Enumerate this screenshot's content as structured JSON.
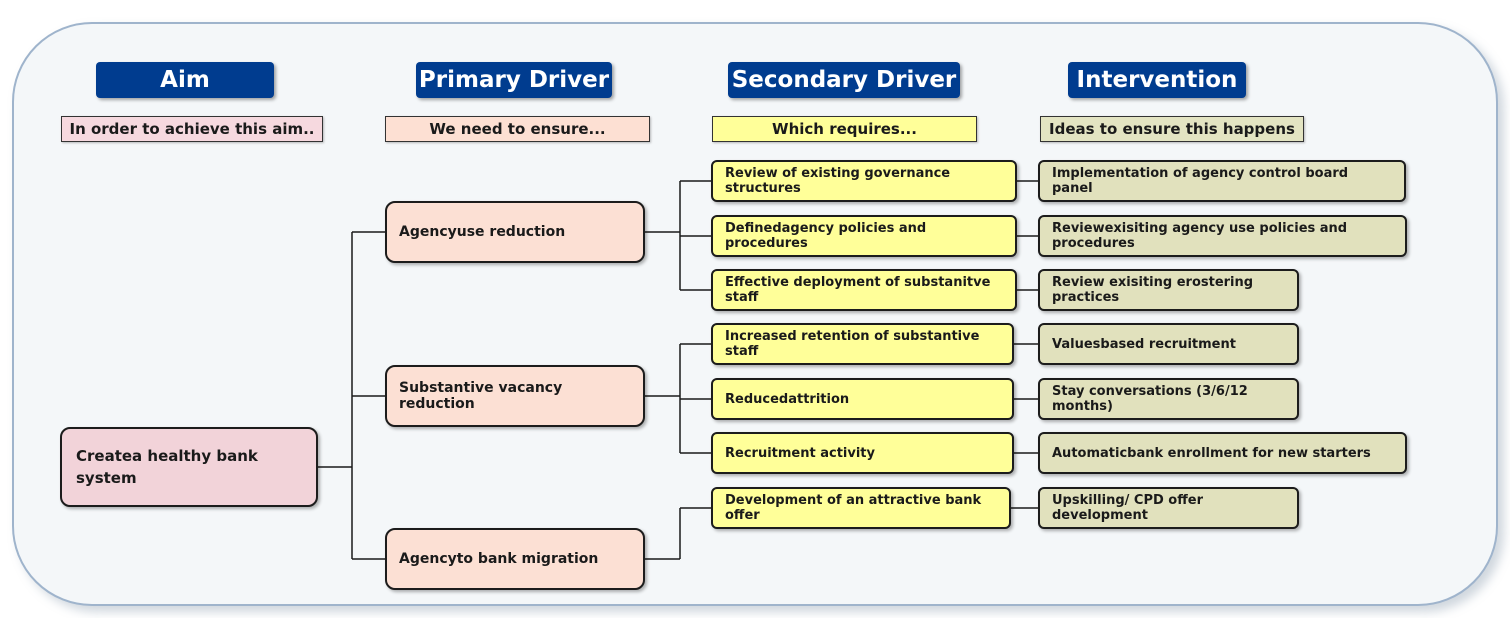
{
  "headers": {
    "aim": "Aim",
    "primary_driver": "Primary Driver",
    "secondary_driver": "Secondary Driver",
    "intervention": "Intervention"
  },
  "subheaders": {
    "aim": "In order to achieve this aim..",
    "primary_driver": "We need to ensure...",
    "secondary_driver": "Which requires...",
    "intervention": "Ideas to ensure this happens"
  },
  "aim": "Createa healthy bank system",
  "primary_drivers": [
    "Agencyuse reduction",
    "Substantive vacancy reduction",
    "Agencyto bank migration"
  ],
  "secondary_drivers": [
    "Review of existing governance structures",
    "Definedagency policies and procedures",
    "Effective deployment of substanitve staff",
    "Increased retention of substantive staff",
    "Reducedattrition",
    "Recruitment activity",
    "Development of an attractive bank offer"
  ],
  "interventions": [
    "Implementation of agency control board panel",
    "Reviewexisiting agency use policies and procedures",
    "Review exisiting erostering practices",
    "Valuesbased recruitment",
    "Stay conversations (3/6/12 months)",
    "Automaticbank enrollment for new starters",
    "Upskilling/ CPD offer development"
  ],
  "colors": {
    "header_bg": "#003c8f",
    "aim_fill": "#f2d3d9",
    "primary_fill": "#fce0d4",
    "secondary_fill": "#ffff99",
    "intervention_fill": "#e1e1bd",
    "frame_border": "#9fb4cc"
  }
}
